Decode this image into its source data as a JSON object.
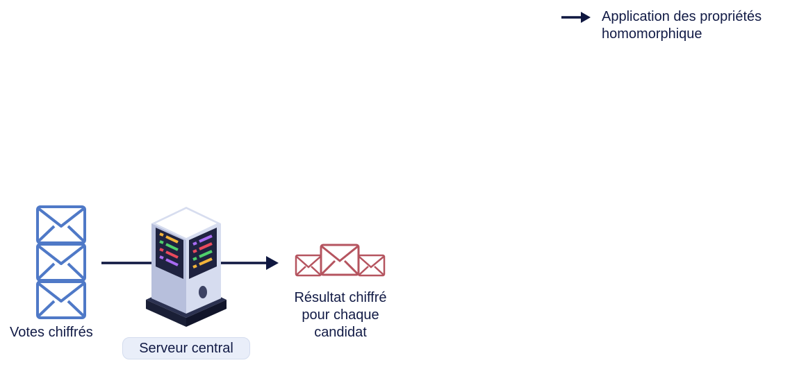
{
  "legend": {
    "icon": "arrow-right-icon",
    "text": "Application des propriétés homomorphique"
  },
  "diagram": {
    "votes_label": "Votes chiffrés",
    "server_label": "Serveur central",
    "result_label": "Résultat chiffré pour chaque candidat",
    "colors": {
      "arrow": "#0f1740",
      "vote_envelope": "#4f79c7",
      "result_envelope": "#b5545f",
      "server_body": "#c7cde4",
      "server_dark": "#1d2240",
      "badge_bg": "#e9eef9"
    },
    "icons": [
      "envelope-icon",
      "server-icon",
      "envelope-icon"
    ]
  }
}
